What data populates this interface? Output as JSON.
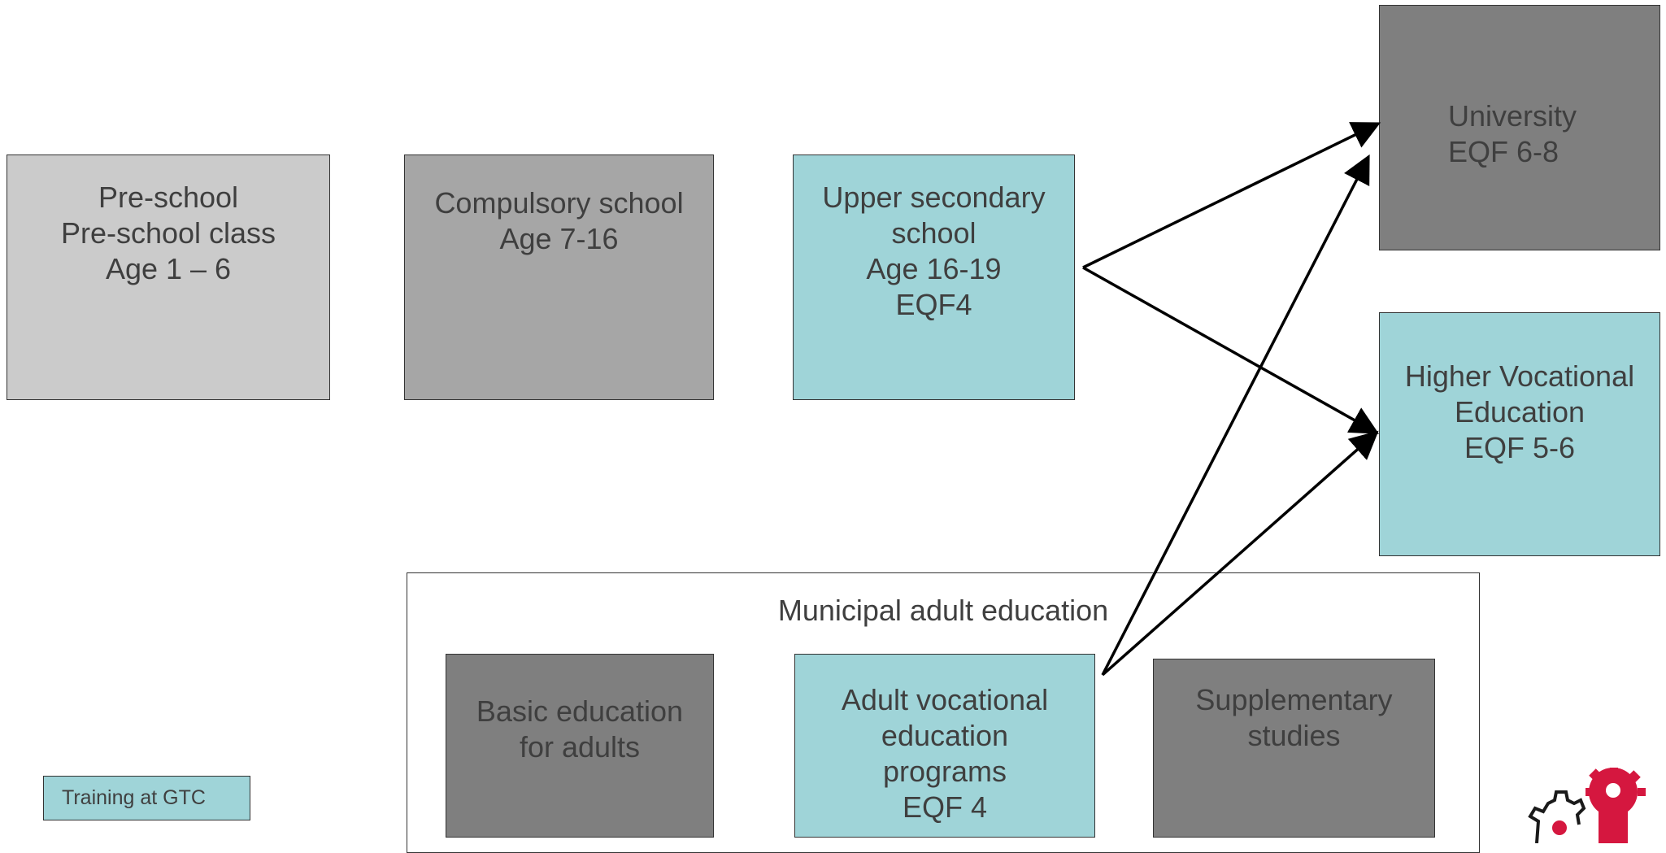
{
  "nodes": {
    "preschool": {
      "lines": [
        "Pre-school",
        "Pre-school class",
        "Age 1 – 6"
      ]
    },
    "compulsory": {
      "lines": [
        "Compulsory school",
        "Age 7-16"
      ]
    },
    "upper_secondary": {
      "lines": [
        "Upper secondary",
        "school",
        "Age 16-19",
        "EQF4"
      ]
    },
    "university": {
      "lines": [
        "University",
        "EQF 6-8"
      ]
    },
    "higher_vocational": {
      "lines": [
        "Higher Vocational",
        "Education",
        "EQF 5-6"
      ]
    },
    "basic_adult": {
      "lines": [
        "Basic education",
        "for adults"
      ]
    },
    "adult_vocational": {
      "lines": [
        "Adult vocational",
        "education",
        "programs",
        "EQF 4"
      ]
    },
    "supplementary": {
      "lines": [
        "Supplementary",
        "studies"
      ]
    }
  },
  "municipal": {
    "title": "Municipal adult education"
  },
  "legend": {
    "label": "Training at GTC"
  },
  "colors": {
    "light_gray": "#cbcbcb",
    "mid_gray": "#a6a6a6",
    "dark_gray": "#7f7f7f",
    "teal": "#9fd4d8",
    "logo_red": "#d5173f"
  },
  "icons": {
    "logo": "gear-person-logo-icon"
  }
}
